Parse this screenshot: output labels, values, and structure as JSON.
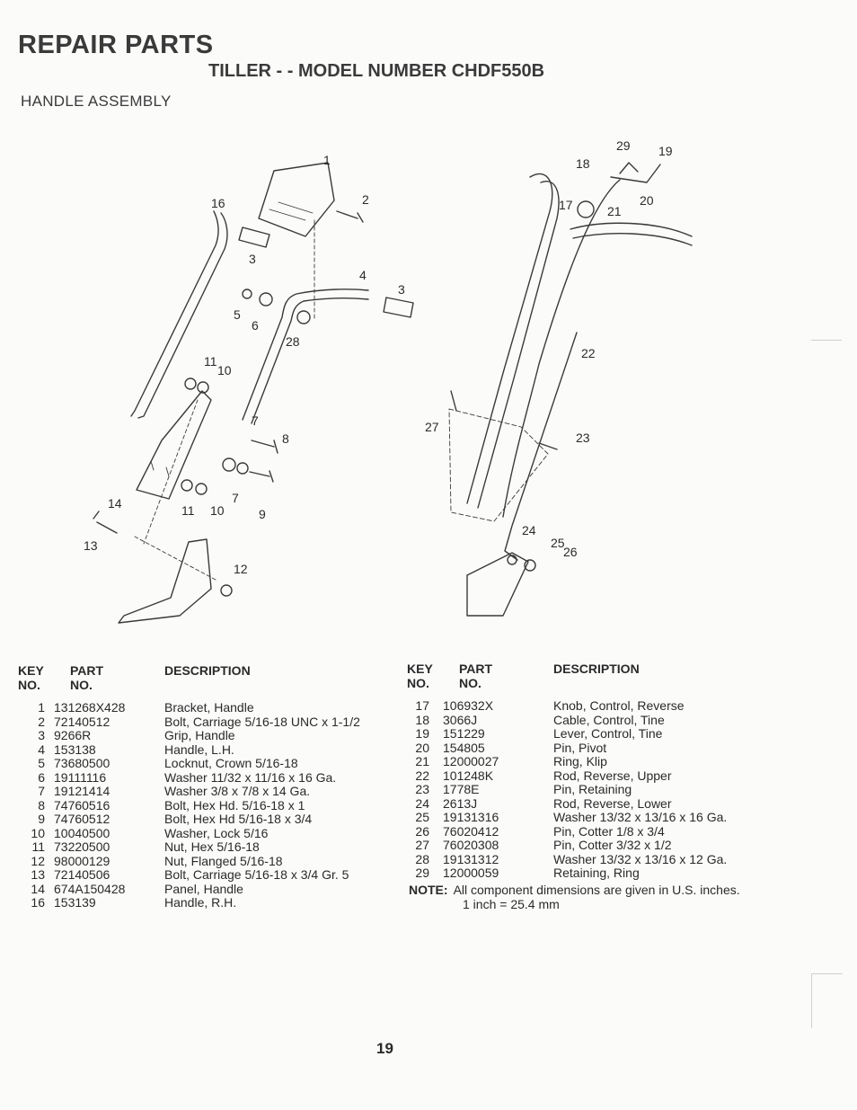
{
  "header": {
    "title": "REPAIR PARTS",
    "subtitle": "TILLER - - MODEL NUMBER CHDF550B",
    "section": "HANDLE ASSEMBLY"
  },
  "diagram": {
    "callouts": [
      "1",
      "2",
      "3",
      "16",
      "4",
      "3",
      "5",
      "6",
      "28",
      "11",
      "10",
      "7",
      "8",
      "14",
      "13",
      "11",
      "10",
      "7",
      "9",
      "12",
      "29",
      "19",
      "18",
      "17",
      "21",
      "20",
      "22",
      "27",
      "23",
      "24",
      "25",
      "26"
    ]
  },
  "table_headers": {
    "key": "KEY",
    "no": "NO.",
    "part": "PART",
    "part_no": "NO.",
    "description": "DESCRIPTION"
  },
  "parts_left": [
    {
      "key": "1",
      "part": "131268X428",
      "desc": "Bracket, Handle"
    },
    {
      "key": "2",
      "part": "72140512",
      "desc": "Bolt, Carriage  5/16-18 UNC x 1-1/2"
    },
    {
      "key": "3",
      "part": "9266R",
      "desc": "Grip, Handle"
    },
    {
      "key": "4",
      "part": "153138",
      "desc": "Handle, L.H."
    },
    {
      "key": "5",
      "part": "73680500",
      "desc": "Locknut, Crown  5/16-18"
    },
    {
      "key": "6",
      "part": "19111116",
      "desc": "Washer  11/32 x 11/16 x 16 Ga."
    },
    {
      "key": "7",
      "part": "19121414",
      "desc": "Washer  3/8 x 7/8 x 14 Ga."
    },
    {
      "key": "8",
      "part": "74760516",
      "desc": "Bolt, Hex Hd. 5/16-18 x 1"
    },
    {
      "key": "9",
      "part": "74760512",
      "desc": "Bolt, Hex Hd 5/16-18 x 3/4"
    },
    {
      "key": "10",
      "part": "10040500",
      "desc": "Washer, Lock  5/16"
    },
    {
      "key": "11",
      "part": "73220500",
      "desc": "Nut, Hex  5/16-18"
    },
    {
      "key": "12",
      "part": "98000129",
      "desc": "Nut, Flanged  5/16-18"
    },
    {
      "key": "13",
      "part": "72140506",
      "desc": "Bolt, Carriage  5/16-18 x 3/4 Gr. 5"
    },
    {
      "key": "14",
      "part": "674A150428",
      "desc": "Panel, Handle"
    },
    {
      "key": "16",
      "part": "153139",
      "desc": "Handle, R.H."
    }
  ],
  "parts_right": [
    {
      "key": "17",
      "part": "106932X",
      "desc": "Knob, Control, Reverse"
    },
    {
      "key": "18",
      "part": "3066J",
      "desc": "Cable, Control, Tine"
    },
    {
      "key": "19",
      "part": "151229",
      "desc": "Lever, Control, Tine"
    },
    {
      "key": "20",
      "part": "154805",
      "desc": "Pin, Pivot"
    },
    {
      "key": "21",
      "part": "12000027",
      "desc": "Ring, Klip"
    },
    {
      "key": "22",
      "part": "101248K",
      "desc": "Rod, Reverse, Upper"
    },
    {
      "key": "23",
      "part": "1778E",
      "desc": "Pin, Retaining"
    },
    {
      "key": "24",
      "part": "2613J",
      "desc": "Rod, Reverse, Lower"
    },
    {
      "key": "25",
      "part": "19131316",
      "desc": "Washer  13/32 x 13/16 x 16 Ga."
    },
    {
      "key": "26",
      "part": "76020412",
      "desc": "Pin, Cotter  1/8 x 3/4"
    },
    {
      "key": "27",
      "part": "76020308",
      "desc": "Pin, Cotter  3/32 x 1/2"
    },
    {
      "key": "28",
      "part": "19131312",
      "desc": "Washer 13/32 x 13/16 x 12 Ga."
    },
    {
      "key": "29",
      "part": "12000059",
      "desc": "Retaining, Ring"
    }
  ],
  "note": {
    "label": "NOTE:",
    "line1": "All component dimensions are given in U.S. inches.",
    "line2": "1 inch = 25.4 mm"
  },
  "page_number": "19"
}
